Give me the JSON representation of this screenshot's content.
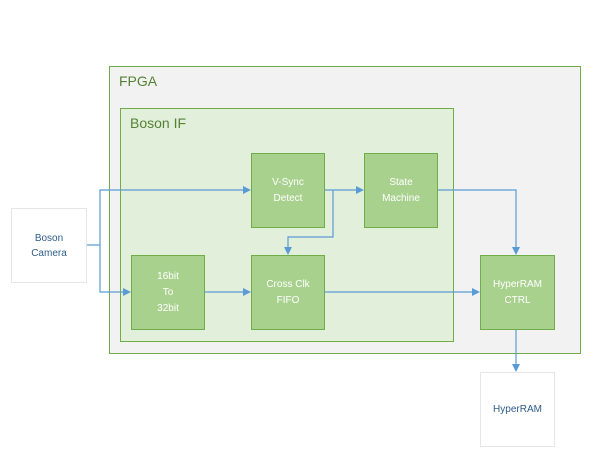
{
  "regions": {
    "fpga": {
      "title": "FPGA"
    },
    "boson_if": {
      "title": "Boson IF"
    }
  },
  "blocks": {
    "boson_camera": "Boson\nCamera",
    "vsync_detect": "V-Sync\nDetect",
    "state_machine": "State\nMachine",
    "width_convert": "16bit\nTo\n32bit",
    "cross_clk_fifo": "Cross Clk\nFIFO",
    "hyperram_ctrl": "HyperRAM\nCTRL",
    "hyperram": "HyperRAM"
  },
  "colors": {
    "region_border": "#70ad47",
    "block_fill": "#a9d18e",
    "inner_fill": "#e2efda",
    "outer_fill": "#f2f2f2",
    "wire": "#5b9bd5"
  }
}
